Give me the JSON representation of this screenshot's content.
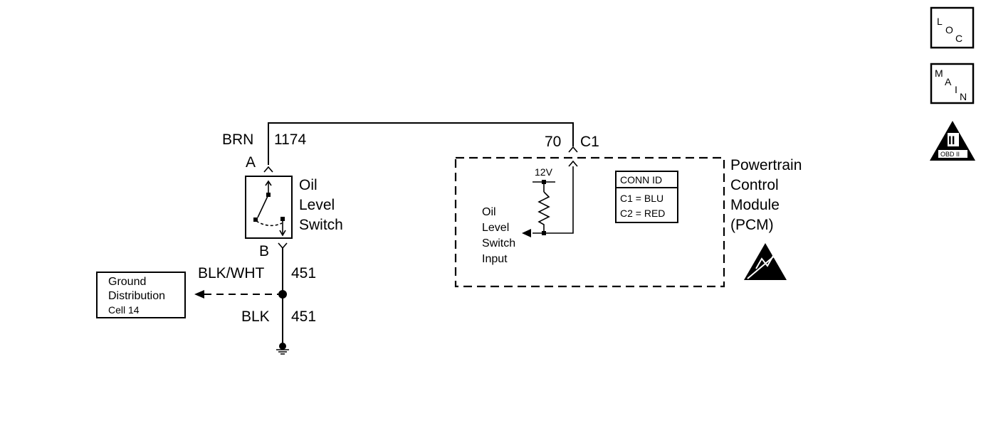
{
  "wire_top": {
    "color_label": "BRN",
    "circuit_number": "1174"
  },
  "connector_pin": {
    "pin": "70",
    "connector": "C1"
  },
  "switch": {
    "terminal_a": "A",
    "terminal_b": "B",
    "label_lines": [
      "Oil",
      "Level",
      "Switch"
    ]
  },
  "wire_blk_wht": {
    "color_label": "BLK/WHT",
    "circuit_number": "451"
  },
  "wire_blk": {
    "color_label": "BLK",
    "circuit_number": "451"
  },
  "ground_box": {
    "lines": [
      "Ground",
      "Distribution",
      "Cell 14"
    ]
  },
  "pcm": {
    "title_lines": [
      "Powertrain",
      "Control",
      "Module",
      "(PCM)"
    ],
    "voltage": "12V",
    "input_label_lines": [
      "Oil",
      "Level",
      "Switch",
      "Input"
    ],
    "conn_id": {
      "title": "CONN ID",
      "rows": [
        "C1 = BLU",
        "C2 = RED"
      ]
    }
  },
  "nav": {
    "loc_letters": [
      "L",
      "O",
      "C"
    ],
    "main_letters": [
      "M",
      "A",
      "I",
      "N"
    ],
    "obd_numeral": "II",
    "obd_label": "OBD II"
  }
}
